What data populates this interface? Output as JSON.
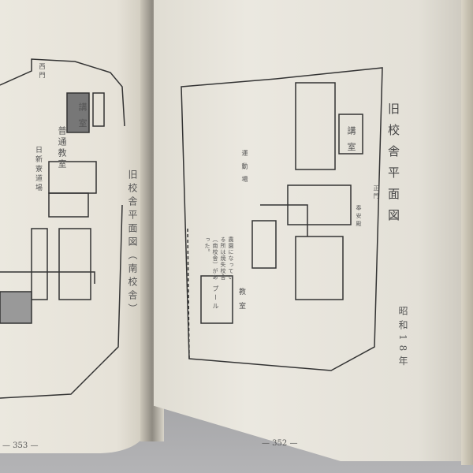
{
  "left_page": {
    "caption": "旧校舎平面図（南校舎）",
    "page_number": "— 353 —",
    "labels": [
      "講 室",
      "普通教室",
      "日新寮道場",
      "西門"
    ]
  },
  "right_page": {
    "title": "旧校舎平面図",
    "date": "昭和18年",
    "page_number": "— 352 —",
    "labels": [
      "講 室",
      "教 室",
      "プール",
      "奉安殿",
      "正門",
      "運 動 場"
    ],
    "note": "農園になっている所は焼失校舎（南校舎）があった。"
  }
}
